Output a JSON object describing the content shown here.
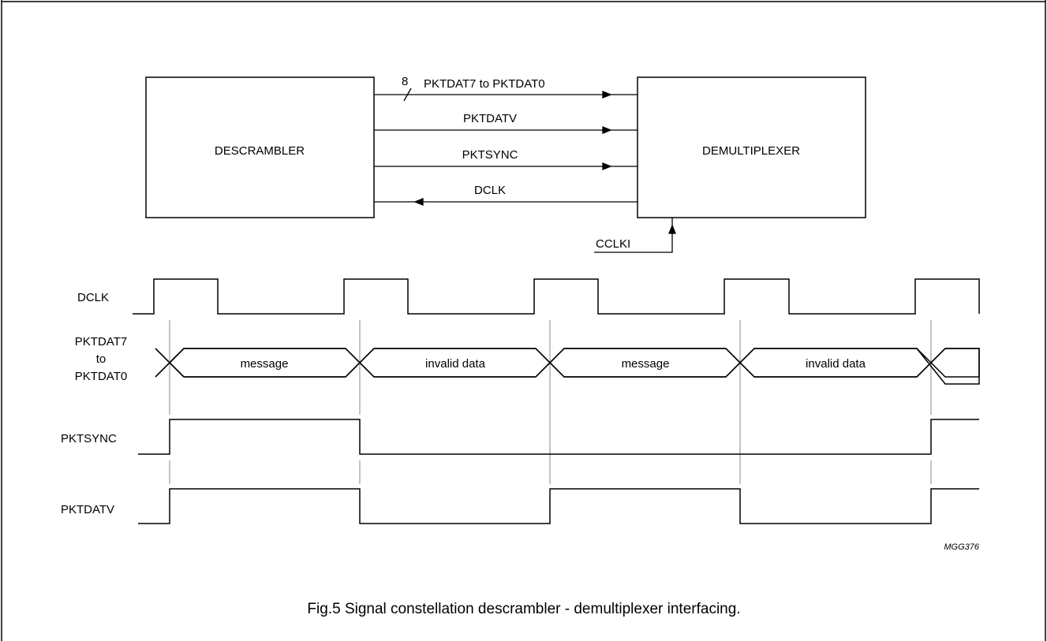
{
  "blocks": {
    "left": "DESCRAMBLER",
    "right": "DEMULTIPLEXER"
  },
  "bus": {
    "width_label": "8",
    "signals": [
      "PKTDAT7 to PKTDAT0",
      "PKTDATV",
      "PKTSYNC",
      "DCLK"
    ],
    "clock_input": "CCLKI"
  },
  "timing": {
    "labels": {
      "dclk": "DCLK",
      "data_line1": "PKTDAT7",
      "data_line2": "to",
      "data_line3": "PKTDAT0",
      "sync": "PKTSYNC",
      "datv": "PKTDATV"
    },
    "segments": [
      "message",
      "invalid data",
      "message",
      "invalid data"
    ]
  },
  "reference_code": "MGG376",
  "caption": "Fig.5  Signal constellation descrambler - demultiplexer interfacing."
}
